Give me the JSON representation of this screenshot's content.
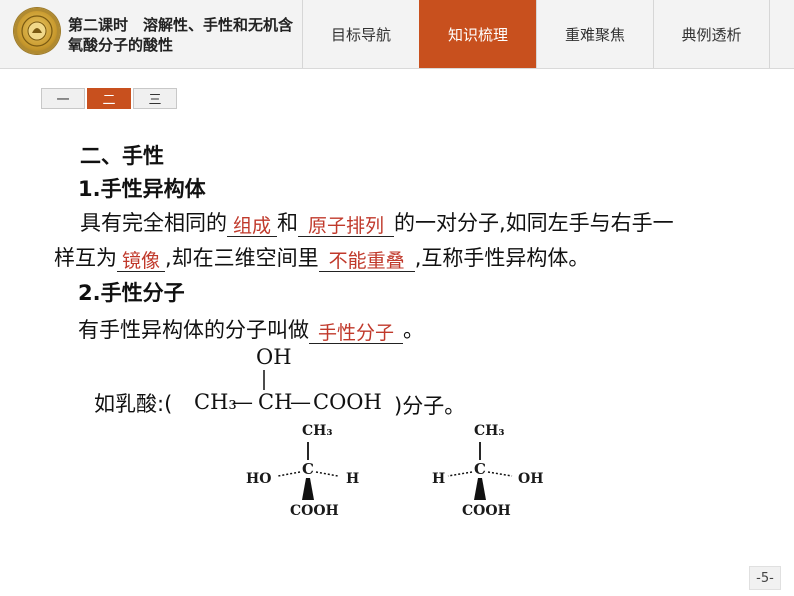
{
  "header": {
    "lesson_title": "第二课时　溶解性、手性和无机含氧酸分子的酸性",
    "tabs": [
      {
        "label": "目标导航",
        "active": false
      },
      {
        "label": "知识梳理",
        "active": true
      },
      {
        "label": "重难聚焦",
        "active": false
      },
      {
        "label": "典例透析",
        "active": false
      }
    ]
  },
  "sections": [
    {
      "label": "一",
      "active": false
    },
    {
      "label": "二",
      "active": true
    },
    {
      "label": "三",
      "active": false
    }
  ],
  "content": {
    "section_heading": "二、手性",
    "sub1_title": "1.手性异构体",
    "line1_a": "具有完全相同的",
    "blank1": "组成",
    "line1_b": "和",
    "blank2": "原子排列",
    "line1_c": "的一对分子,如同左手与右手一",
    "line2_a": "样互为",
    "blank3": "镜像",
    "line2_b": ",却在三维空间里",
    "blank4": "不能重叠",
    "line2_c": ",互称手性异构体。",
    "sub2_title": "2.手性分子",
    "line3_a": "有手性异构体的分子叫做",
    "blank5": "手性分子",
    "line3_b": "。",
    "example_prefix": "如乳酸:(",
    "example_suffix": ")分子。",
    "lactic": {
      "top": "OH",
      "left": "CH₃",
      "dash1": "—",
      "mid": "CH",
      "dash2": "—",
      "right": "COOH"
    },
    "mol1": {
      "top": "CH₃",
      "left": "HO",
      "center": "C",
      "right": "H",
      "bottom": "COOH"
    },
    "mol2": {
      "top": "CH₃",
      "left": "H",
      "center": "C",
      "right": "OH",
      "bottom": "COOH"
    }
  },
  "page_number": "-5-",
  "colors": {
    "accent": "#c8501e",
    "blank_text": "#c0392b"
  }
}
